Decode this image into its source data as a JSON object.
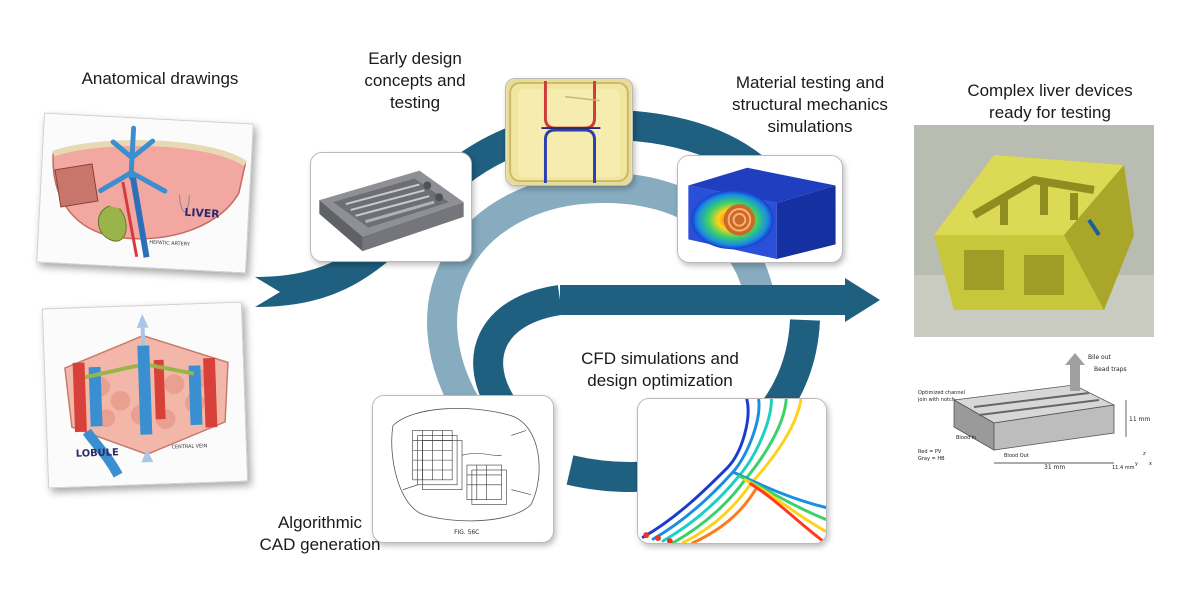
{
  "labels": {
    "anatomical": "Anatomical drawings",
    "early_design": [
      "Early design",
      "concepts and",
      "testing"
    ],
    "material": [
      "Material testing and",
      "structural mechanics",
      "simulations"
    ],
    "complex": [
      "Complex liver devices",
      "ready for testing"
    ],
    "cfd": [
      "CFD simulations and",
      "design optimization"
    ],
    "algorithmic": [
      "Algorithmic",
      "CAD generation"
    ]
  },
  "liver_drawing": {
    "title": "LIVER",
    "annotations": [
      "HEPATIC ARTERY"
    ]
  },
  "lobule_drawing": {
    "title": "LOBULE",
    "annotations": [
      "CENTRAL VEIN"
    ]
  },
  "patent_figure": {
    "caption": "FIG. 56C"
  },
  "device_schematic": {
    "annotations": [
      "Bile out",
      "Bead traps",
      "Optimized channel",
      "join with notch",
      "Blood In",
      "Blood Out"
    ],
    "legend": [
      "Red = PV",
      "Gray = HB"
    ],
    "dims": [
      "31 mm",
      "11.4 mm",
      "11 mm"
    ],
    "axis": [
      "z",
      "y",
      "x"
    ]
  },
  "colors": {
    "flow_dark": "#1f5f7f",
    "flow_light": "#87acc0"
  }
}
